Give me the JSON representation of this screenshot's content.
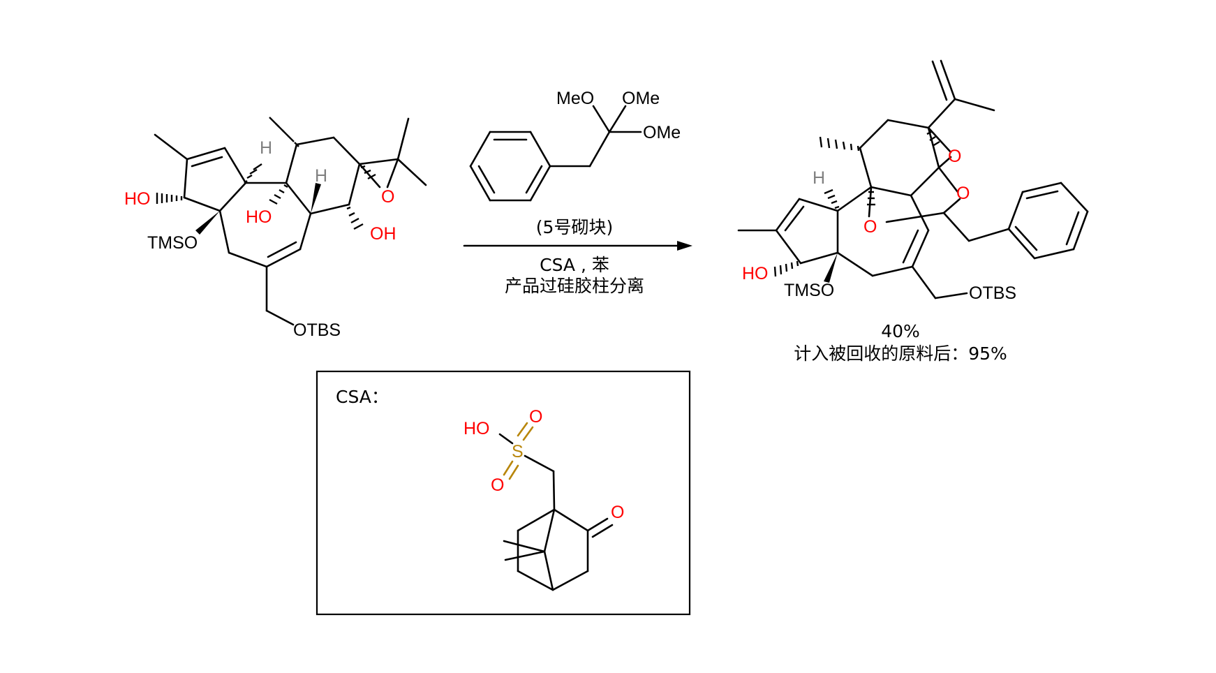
{
  "reactant": {
    "labels": {
      "ho1": "HO",
      "tmso": "TMSO",
      "ho2": "HO",
      "oh": "OH",
      "epoxide_o": "O",
      "h1": "H",
      "h2": "H",
      "otbs": "OTBS"
    }
  },
  "reagent": {
    "labels": {
      "meo": "MeO",
      "ome1": "OMe",
      "ome2": "OMe"
    }
  },
  "conditions": {
    "above": "(5号砌块)",
    "below_1": "CSA , 苯",
    "below_2": "产品过硅胶柱分离"
  },
  "product": {
    "labels": {
      "o1": "O",
      "o2": "O",
      "o3": "O",
      "h": "H",
      "ho": "HO",
      "tmso": "TMSO",
      "otbs": "OTBS"
    },
    "yield": "40%",
    "yield_recovered": "计入被回收的原料后：95%"
  },
  "csa_box": {
    "title": "CSA：",
    "labels": {
      "ho": "HO",
      "s": "S",
      "o_top": "O",
      "o_bottom": "O",
      "ketone_o": "O"
    }
  },
  "colors": {
    "heteroatom": "#ff0000",
    "hydrogen": "#808080",
    "sulfur": "#b8860b",
    "bond": "#000000"
  }
}
